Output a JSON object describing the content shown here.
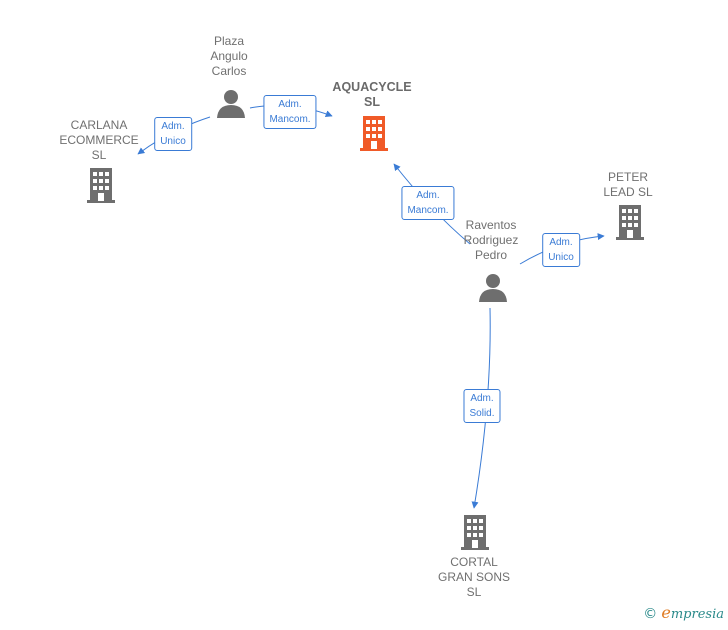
{
  "colors": {
    "edge": "#3a7bd5",
    "company": "#6e6e6e",
    "main_company": "#f05a28",
    "person": "#6e6e6e",
    "label": "#707070"
  },
  "nodes": {
    "aquacycle": {
      "lines": [
        "AQUACYCLE",
        "SL"
      ],
      "icon": "building-icon"
    },
    "plaza": {
      "lines": [
        "Plaza",
        "Angulo",
        "Carlos"
      ],
      "icon": "person-icon"
    },
    "carlana": {
      "lines": [
        "CARLANA",
        "ECOMMERCE",
        "SL"
      ],
      "icon": "building-icon"
    },
    "raventos": {
      "lines": [
        "Raventos",
        "Rodriguez",
        "Pedro"
      ],
      "icon": "person-icon"
    },
    "peter": {
      "lines": [
        "PETER",
        "LEAD SL"
      ],
      "icon": "building-icon"
    },
    "cortal": {
      "lines": [
        "CORTAL",
        "GRAN SONS",
        "SL"
      ],
      "icon": "building-icon"
    }
  },
  "edges": {
    "plaza_aquacycle": [
      "Adm.",
      "Mancom."
    ],
    "plaza_carlana": [
      "Adm.",
      "Unico"
    ],
    "raventos_aquacycle": [
      "Adm.",
      "Mancom."
    ],
    "raventos_peter": [
      "Adm.",
      "Unico"
    ],
    "raventos_cortal": [
      "Adm.",
      "Solid."
    ]
  },
  "brand": {
    "copyright": "©",
    "initial": "e",
    "name": "mpresia"
  }
}
